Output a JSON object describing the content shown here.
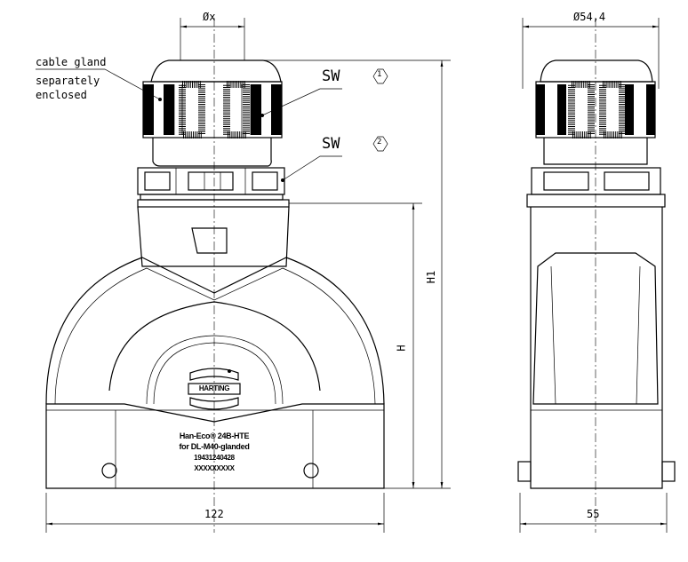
{
  "front_view": {
    "callout_cable_gland_line1": "cable gland",
    "callout_cable_gland_line2": "separately",
    "callout_cable_gland_line3": "enclosed",
    "sw1_label": "SW",
    "sw1_index": "1",
    "sw2_label": "SW",
    "sw2_index": "2",
    "dim_diameter_x": "Øx",
    "dim_width": "122",
    "dim_height": "H",
    "dim_height_total": "H1",
    "logo_text": "HARTING",
    "marking": {
      "line1": "Han-Eco® 24B-HTE",
      "line2": "for DL-M40-glanded",
      "line3": "19431240428",
      "line4": "XXXXXXXXX"
    }
  },
  "side_view": {
    "dim_diameter": "Ø54,4",
    "dim_width": "55"
  }
}
